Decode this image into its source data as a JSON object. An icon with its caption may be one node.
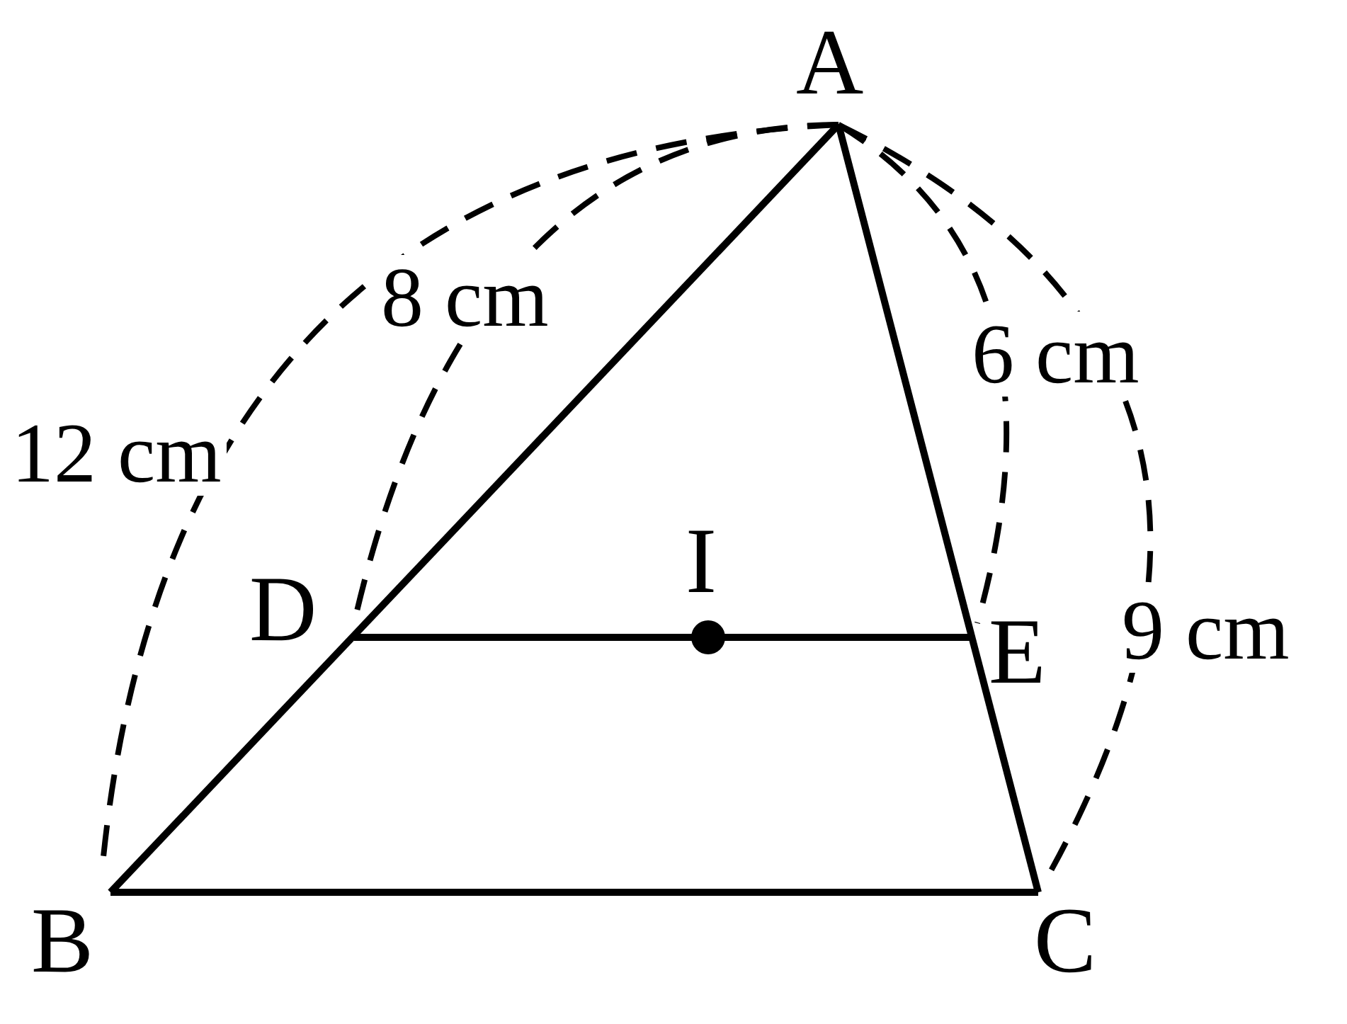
{
  "diagram": {
    "nodes": [
      {
        "text": [
          "A"
        ]
      },
      {
        "text": [
          "B"
        ]
      },
      {
        "text": [
          "C"
        ]
      },
      {
        "text": [
          "D"
        ]
      },
      {
        "text": [
          "E"
        ]
      },
      {
        "text": [
          "I"
        ]
      }
    ],
    "edges": [
      {
        "from": 0,
        "to": 1,
        "arrow": "none"
      },
      {
        "from": 0,
        "to": 2,
        "arrow": "none"
      },
      {
        "from": 1,
        "to": 2,
        "arrow": "none"
      },
      {
        "from": 3,
        "to": 4,
        "arrow": "none"
      }
    ],
    "labels": [
      "8 cm",
      "12 cm",
      "6 cm",
      "9 cm"
    ]
  }
}
